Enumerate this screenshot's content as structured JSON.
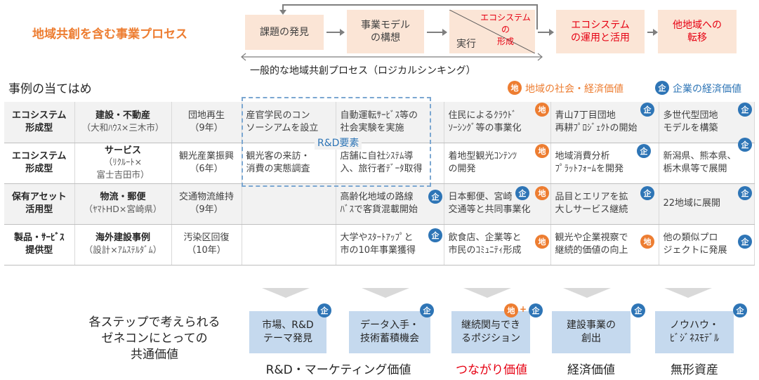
{
  "title": "地域共創を含む事業プロセス",
  "process": {
    "steps": [
      "課題の発見",
      "事業モデル\nの構想",
      "実行",
      "エコシステムの\n形成",
      "エコシステム\nの運用と活用",
      "他地域への\n転移"
    ],
    "caption": "一般的な地域共創プロセス（ロジカルシンキング）"
  },
  "cases": {
    "heading": "事例の当てはめ",
    "legend": {
      "chi_glyph": "地",
      "chi_label": "地域の社会・経済価値",
      "ki_glyph": "企",
      "ki_label": "企業の経済価値"
    },
    "rd_label": "R&D要素",
    "rows": [
      {
        "type": "エコシステム\n形成型",
        "case": "建設・不動産",
        "case_sub": "（大和ﾊｳｽ×三木市）",
        "theme": "団地再生\n（9年）",
        "s1": "産官学民のコン\nソーシアムを設立",
        "s2": "自動運転ｻｰﾋﾞｽ等の\n社会実験を実施",
        "s3": "住民によるｸﾗｳﾄﾞ\nｿｰｼﾝｸﾞ等の事業化",
        "s4": "青山7丁目団地\n再耕ﾌﾟﾛｼﾞｪｸﾄの開始",
        "s5": "多世代型団地\nモデルを構築"
      },
      {
        "type": "エコシステム\n形成型",
        "case": "サービス",
        "case_sub": "（ﾘｸﾙｰﾄ×\n富士吉田市）",
        "theme": "観光産業振興\n（6年）",
        "s1": "観光客の来訪・\n消費の実態調査",
        "s2": "店舗に自社ｼｽﾃﾑ導\n入、旅行者ﾃﾞｰﾀ取得",
        "s3": "着地型観光ｺﾝﾃﾝﾂ\nの開発",
        "s4": "地域消費分析\nﾌﾟﾗｯﾄﾌｫｰﾑを開発",
        "s5": "新潟県、熊本県、\n栃木県等で展開"
      },
      {
        "type": "保有アセット\n活用型",
        "case": "物流・郵便",
        "case_sub": "（ﾔﾏﾄHD×宮崎県）",
        "theme": "交通物流維持\n（9年）",
        "s1": "",
        "s2": "高齢化地域の路線\nﾊﾞｽで客貨混載開始",
        "s3": "日本郵便、宮崎\n交通等と共同事業化",
        "s4": "品目とエリアを拡\n大しサービス継続",
        "s5": "22地域に展開"
      },
      {
        "type": "製品・ｻｰﾋﾞｽ\n提供型",
        "case": "海外建設事例",
        "case_sub": "（設計×ｱﾑｽﾃﾙﾀﾞﾑ）",
        "theme": "汚染区回復\n（10年）",
        "s1": "",
        "s2": "大学やｽﾀｰﾄｱｯﾌﾟと\n市の10年事業獲得",
        "s3": "飲食店、企業等と\n市民のｺﾐｭﾆﾃｨ形成",
        "s4": "観光や企業視察で\n継続的価値の向上",
        "s5": "他の類似プロ\nジェクトに発展"
      }
    ]
  },
  "values": {
    "heading": "各ステップで考えられる\nゼネコンにとっての\n共通価値",
    "boxes": [
      "市場、R&D\nテーマ発見",
      "データ入手・\n技術蓄積機会",
      "継続関与でき\nるポジション",
      "建設事業の\n創出",
      "ノウハウ・\nﾋﾞｼﾞﾈｽﾓﾃﾞﾙ"
    ],
    "labels": [
      "R&D・マーケティング価値",
      "つながり価値",
      "経済価値",
      "無形資産"
    ],
    "colors": {
      "orange": "#ED7D31",
      "blue": "#2E75B6",
      "red": "#E60012",
      "lightblue": "#C5D9EE",
      "peach": "#FBE5D6"
    }
  }
}
